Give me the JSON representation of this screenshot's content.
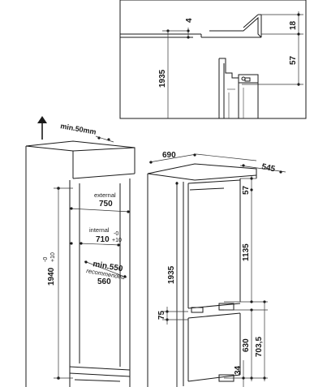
{
  "labels": {
    "top_4": "4",
    "top_18": "18",
    "top_57": "57",
    "top_1935": "1935",
    "min_50mm": "min.50mm",
    "external": "external",
    "external_750": "750",
    "internal": "internal",
    "internal_710": "710",
    "internal_tol_upper": "-0",
    "internal_tol_lower": "+10",
    "min_550": "min.550",
    "recommended": "recommended",
    "recommended_560": "560",
    "height_1940": "1940",
    "height_tol_upper": "-0",
    "height_tol_lower": "+10",
    "d690": "690",
    "d545": "545",
    "d57": "57",
    "d1135": "1135",
    "d1935": "1935",
    "d75": "75",
    "d630": "630",
    "d703_5": "703,5",
    "d34": "34"
  }
}
